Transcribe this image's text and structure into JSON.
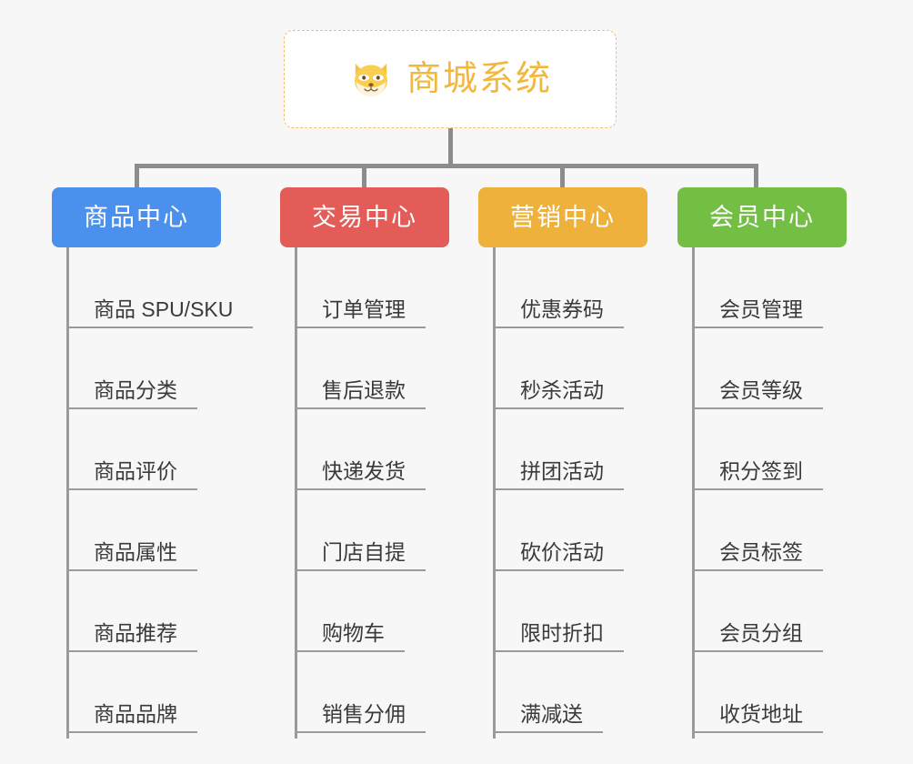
{
  "root": {
    "title": "商城系统",
    "icon": "shiba-dog-icon",
    "accent_color": "#f2b73d",
    "border_color": "#f0c070"
  },
  "connector_color": "#8c8c8c",
  "background_color": "#f7f7f7",
  "columns": [
    {
      "label": "商品中心",
      "color": "#4a90ec",
      "items": [
        "商品 SPU/SKU",
        "商品分类",
        "商品评价",
        "商品属性",
        "商品推荐",
        "商品品牌"
      ]
    },
    {
      "label": "交易中心",
      "color": "#e45c58",
      "items": [
        "订单管理",
        "售后退款",
        "快递发货",
        "门店自提",
        "购物车",
        "销售分佣"
      ]
    },
    {
      "label": "营销中心",
      "color": "#eeb13c",
      "items": [
        "优惠券码",
        "秒杀活动",
        "拼团活动",
        "砍价活动",
        "限时折扣",
        "满减送"
      ]
    },
    {
      "label": "会员中心",
      "color": "#72bf44",
      "items": [
        "会员管理",
        "会员等级",
        "积分签到",
        "会员标签",
        "会员分组",
        "收货地址"
      ]
    }
  ]
}
